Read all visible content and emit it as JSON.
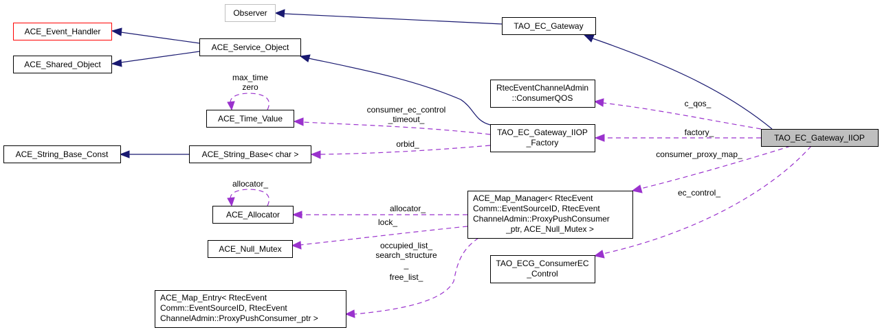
{
  "diagram": {
    "title": "Collaboration diagram for TAO_EC_Gateway_IIOP",
    "colors": {
      "inheritance_edge": "#191970",
      "usage_edge": "#9a32cd",
      "focus_fill": "#bfbfbf",
      "undocumented_border": "#bfbfbf",
      "truncated_border": "#ff0000"
    },
    "nodes": {
      "observer": {
        "lines": [
          "Observer"
        ]
      },
      "ace_event_handler": {
        "lines": [
          "ACE_Event_Handler"
        ]
      },
      "ace_shared_object": {
        "lines": [
          "ACE_Shared_Object"
        ]
      },
      "ace_service_object": {
        "lines": [
          "ACE_Service_Object"
        ]
      },
      "tao_ec_gateway": {
        "lines": [
          "TAO_EC_Gateway"
        ]
      },
      "consumer_qos": {
        "lines": [
          "RtecEventChannelAdmin",
          "::ConsumerQOS"
        ]
      },
      "ace_time_value": {
        "lines": [
          "ACE_Time_Value"
        ]
      },
      "ace_string_base_const": {
        "lines": [
          "ACE_String_Base_Const"
        ]
      },
      "ace_string_base": {
        "lines": [
          "ACE_String_Base< char >"
        ]
      },
      "gateway_iiop_factory": {
        "lines": [
          "TAO_EC_Gateway_IIOP",
          "_Factory"
        ]
      },
      "gateway_iiop": {
        "lines": [
          "TAO_EC_Gateway_IIOP"
        ]
      },
      "ace_allocator": {
        "lines": [
          "ACE_Allocator"
        ]
      },
      "ace_map_manager": {
        "lines": [
          "ACE_Map_Manager< RtecEvent",
          "Comm::EventSourceID, RtecEvent",
          "ChannelAdmin::ProxyPushConsumer",
          "_ptr, ACE_Null_Mutex >"
        ]
      },
      "ace_null_mutex": {
        "lines": [
          "ACE_Null_Mutex"
        ]
      },
      "consumer_ec_control": {
        "lines": [
          "TAO_ECG_ConsumerEC",
          "_Control"
        ]
      },
      "ace_map_entry": {
        "lines": [
          "ACE_Map_Entry< RtecEvent",
          "Comm::EventSourceID, RtecEvent",
          "ChannelAdmin::ProxyPushConsumer_ptr >"
        ]
      }
    },
    "edge_labels": {
      "max_time_zero": [
        "max_time",
        "zero"
      ],
      "consumer_ec_control_timeout": [
        "consumer_ec_control",
        "_timeout_"
      ],
      "orbid": [
        "orbid_"
      ],
      "c_qos": [
        "c_qos_"
      ],
      "factory": [
        "factory_"
      ],
      "consumer_proxy_map": [
        "consumer_proxy_map_"
      ],
      "ec_control": [
        "ec_control_"
      ],
      "allocator_self": [
        "allocator_"
      ],
      "allocator": [
        "allocator_"
      ],
      "lock": [
        "lock_"
      ],
      "map_entry_members": [
        "occupied_list_",
        "search_structure",
        "_",
        "free_list_"
      ]
    }
  }
}
